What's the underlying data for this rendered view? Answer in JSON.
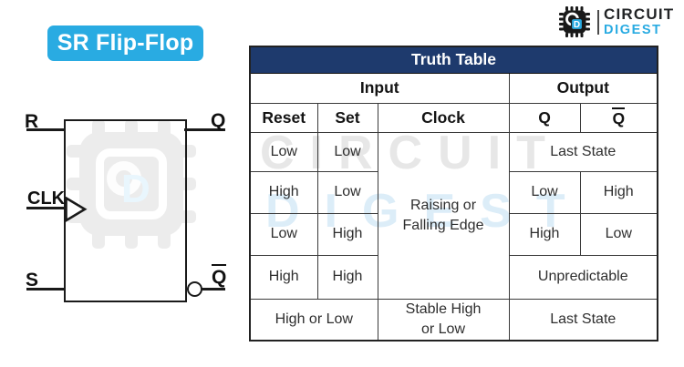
{
  "colors": {
    "accent": "#29abe2",
    "navy": "#1e3a6d",
    "ink": "#1a1a1a",
    "wmgray": "#e7e7e7",
    "wmblue": "#dcedf8"
  },
  "banner": {
    "label": "SR Flip-Flop"
  },
  "logo": {
    "brand_top": "CIRCUIT",
    "brand_bottom": "DIGEST",
    "chip_letter": "D"
  },
  "watermark": {
    "line1": "CIRCUIT",
    "line2": "DIGEST",
    "chip_letter": "D"
  },
  "diagram": {
    "inputs": {
      "r": "R",
      "clk": "CLK",
      "s": "S"
    },
    "outputs": {
      "q": "Q",
      "q_bar": "Q"
    }
  },
  "truth_table": {
    "title": "Truth Table",
    "group_headers": {
      "input": "Input",
      "output": "Output"
    },
    "column_headers": {
      "reset": "Reset",
      "set": "Set",
      "clock": "Clock",
      "q": "Q",
      "q_bar": "Q"
    },
    "rows": [
      {
        "cells": [
          {
            "text": "Low"
          },
          {
            "text": "Low"
          },
          {
            "text": "Raising or\nFalling Edge"
          },
          {
            "text": "Last State"
          }
        ]
      },
      {
        "cells": [
          {
            "text": "High"
          },
          {
            "text": "Low"
          },
          {
            "text": "Low"
          },
          {
            "text": "High"
          }
        ]
      },
      {
        "cells": [
          {
            "text": "Low"
          },
          {
            "text": "High"
          },
          {
            "text": "High"
          },
          {
            "text": "Low"
          }
        ]
      },
      {
        "cells": [
          {
            "text": "High"
          },
          {
            "text": "High"
          },
          {
            "text": "Unpredictable"
          }
        ]
      },
      {
        "cells": [
          {
            "text": "High or Low"
          },
          {
            "text": "Stable High\nor Low"
          },
          {
            "text": "Last State"
          }
        ]
      }
    ]
  }
}
